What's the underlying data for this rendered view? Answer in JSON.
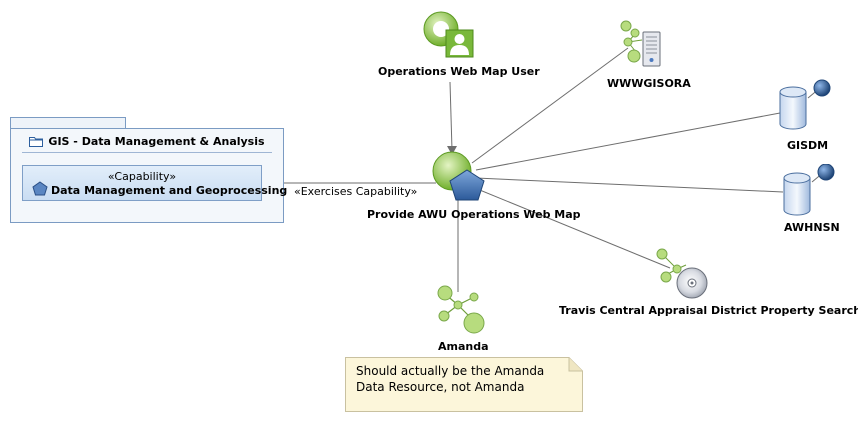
{
  "package": {
    "title": "GIS - Data Management & Analysis",
    "capability": {
      "stereotype": "«Capability»",
      "name": "Data Management and Geoprocessing"
    }
  },
  "edge": {
    "label": "«Exercises Capability»"
  },
  "center": {
    "name": "Provide AWU Operations Web Map"
  },
  "nodes": {
    "user": "Operations Web Map User",
    "wwwgisora": "WWWGISORA",
    "gisdm": "GISDM",
    "awhnsn": "AWHNSN",
    "travis": "Travis Central Appraisal District Property Search",
    "amanda": "Amanda"
  },
  "note": {
    "line1": "Should actually be the Amanda",
    "line2": "Data Resource, not Amanda"
  },
  "colors": {
    "node_green": "#8cc63f",
    "node_blue": "#2d5f9e",
    "line": "#6e6e6e",
    "note_bg": "#fcf6da"
  },
  "icons": {
    "user": "actor-user-icon",
    "center": "application-service-icon",
    "server": "server-node-icon",
    "database": "database-icon",
    "disc": "cd-disc-icon",
    "cluster": "node-cluster-icon",
    "folder": "folder-icon",
    "capability": "capability-pentagon-icon"
  }
}
